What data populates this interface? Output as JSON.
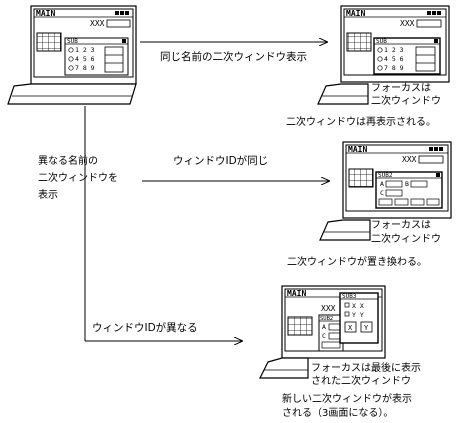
{
  "screens": {
    "origin": {
      "main_title": "MAIN",
      "field_text": "XXX",
      "sub_title": "SUB",
      "rows": [
        "1 2 3",
        "4 5 6",
        "7 8 9"
      ]
    },
    "same": {
      "main_title": "MAIN",
      "field_text": "XXX",
      "sub_title": "SUB",
      "rows": [
        "1 2 3",
        "4 5 6",
        "7 8 9"
      ]
    },
    "replace": {
      "main_title": "MAIN",
      "field_text": "XXX",
      "sub_title": "SUB2",
      "label_a": "A",
      "label_b": "B",
      "label_c": "C"
    },
    "new": {
      "main_title": "MAIN",
      "field_text": "XXX",
      "sub2_title": "SUB2",
      "sub3_title": "SUB3",
      "label_a": "A",
      "label_c": "C",
      "line_x": "X X",
      "line_y": "Y Y",
      "btn_x": "X",
      "btn_y": "Y"
    }
  },
  "branches": {
    "same_name": {
      "arrow_label": "同じ名前の二次ウィンドウ表示",
      "focus_note": [
        "フォーカスは",
        "二次ウィンドウ"
      ],
      "result": "二次ウィンドウは再表示される。"
    },
    "different_name": {
      "question": [
        "異なる名前の",
        "二次ウィンドウを",
        "表示"
      ]
    },
    "same_id": {
      "arrow_label": "ウィンドウIDが同じ",
      "focus_note": [
        "フォーカスは",
        "二次ウィンドウ"
      ],
      "result": "二次ウィンドウが置き換わる。"
    },
    "different_id": {
      "arrow_label": "ウィンドウIDが異なる",
      "focus_note": [
        "フォーカスは最後に表示",
        "された二次ウィンドウ"
      ],
      "result": [
        "新しい二次ウィンドウが表示",
        "される（3画面になる）。"
      ]
    }
  }
}
